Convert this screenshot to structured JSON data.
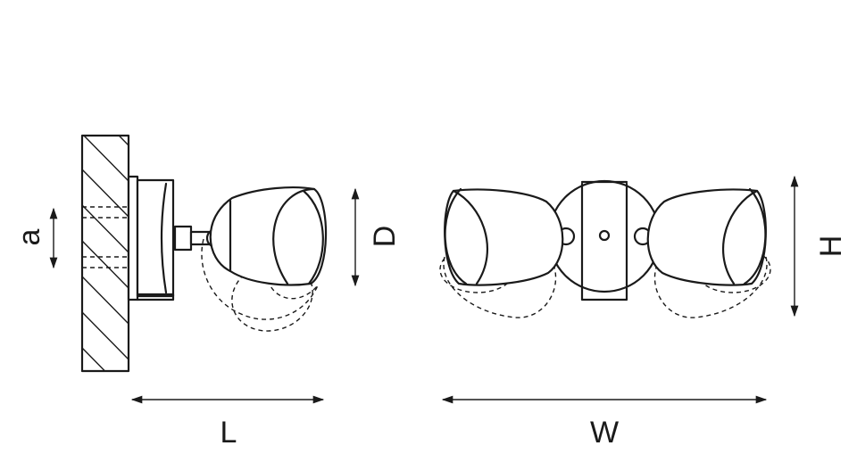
{
  "dimensions": {
    "a": "a",
    "L": "L",
    "D": "D",
    "W": "W",
    "H": "H"
  },
  "colors": {
    "line": "#1a1a1a",
    "background": "#ffffff"
  }
}
